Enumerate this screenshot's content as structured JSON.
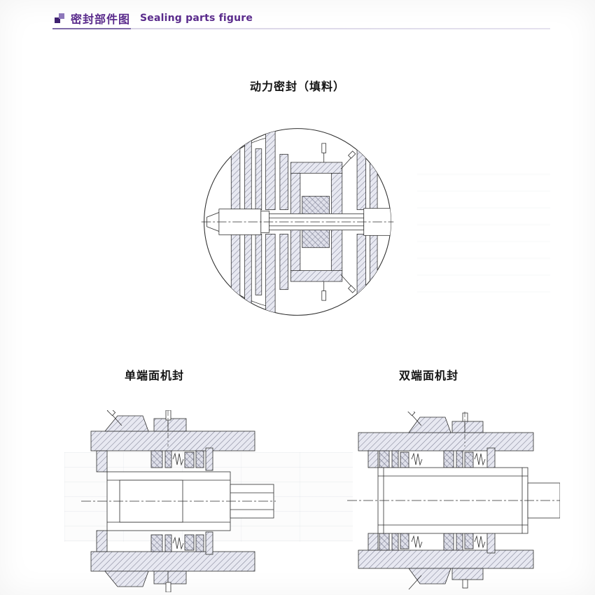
{
  "header": {
    "title_zh": "密封部件图",
    "title_en": "Sealing parts figure",
    "accent_color": "#5a2b8c"
  },
  "figures": [
    {
      "title": "动力密封（填料）"
    },
    {
      "title": "单端面机封"
    },
    {
      "title": "双端面机封"
    }
  ]
}
